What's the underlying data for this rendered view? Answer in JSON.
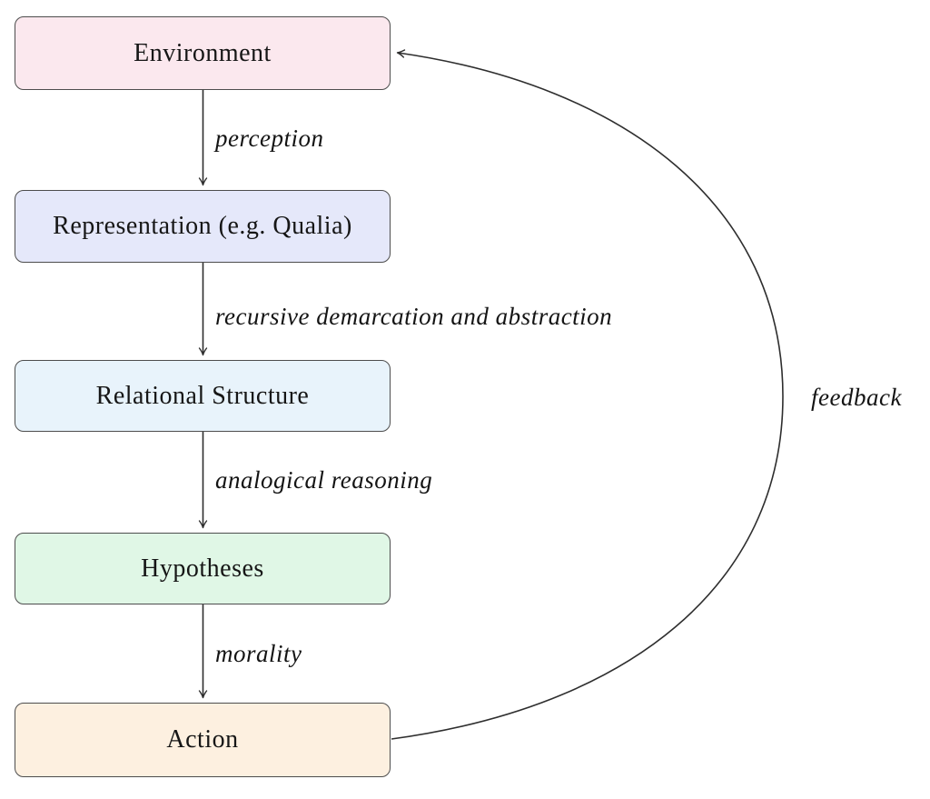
{
  "diagram": {
    "background": "#ffffff",
    "border_color": "#4d4d4d",
    "arrow_color": "#2e2e2e",
    "nodes": [
      {
        "id": "environment",
        "label": "Environment",
        "fill": "#fbe8ee"
      },
      {
        "id": "representation",
        "label": "Representation (e.g. Qualia)",
        "fill": "#e5e8fa"
      },
      {
        "id": "relational-structure",
        "label": "Relational Structure",
        "fill": "#e8f3fb"
      },
      {
        "id": "hypotheses",
        "label": "Hypotheses",
        "fill": "#e0f7e6"
      },
      {
        "id": "action",
        "label": "Action",
        "fill": "#fdf0e0"
      }
    ],
    "edges": [
      {
        "from": "environment",
        "to": "representation",
        "label": "perception"
      },
      {
        "from": "representation",
        "to": "relational-structure",
        "label": "recursive demarcation and abstraction"
      },
      {
        "from": "relational-structure",
        "to": "hypotheses",
        "label": "analogical reasoning"
      },
      {
        "from": "hypotheses",
        "to": "action",
        "label": "morality"
      },
      {
        "from": "action",
        "to": "environment",
        "label": "feedback"
      }
    ]
  }
}
